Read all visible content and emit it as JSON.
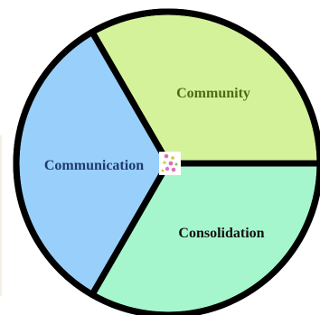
{
  "diagram": {
    "segments": [
      {
        "label": "Community",
        "fill": "#d4f29a",
        "text_color": "#4a6b12"
      },
      {
        "label": "Communication",
        "fill": "#99d0fb",
        "text_color": "#1d3a6b"
      },
      {
        "label": "Consolidation",
        "fill": "#a6f6cd",
        "text_color": "#111111"
      }
    ],
    "outline_color": "#000000",
    "center_icon": "sparkle-cluster-icon"
  }
}
